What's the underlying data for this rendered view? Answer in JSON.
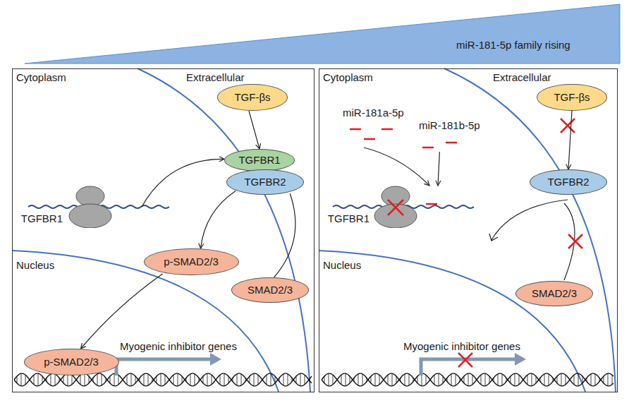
{
  "diagram": {
    "nodes": [
      {
        "text": [
          "miR-181-5p family rising"
        ]
      },
      {
        "text": [
          "Cytoplasm",
          "Extracellular",
          "Nucleus"
        ]
      },
      {
        "text": [
          "TGF-βs"
        ],
        "in": 1
      },
      {
        "text": [
          "TGFBR1"
        ],
        "in": 1
      },
      {
        "text": [
          "TGFBR2"
        ],
        "in": 1
      },
      {
        "text": [
          "TGFBR1"
        ],
        "in": 1
      },
      {
        "text": [
          "p-SMAD2/3"
        ],
        "in": 1
      },
      {
        "text": [
          "SMAD2/3"
        ],
        "in": 1
      },
      {
        "text": [
          "p-SMAD2/3"
        ],
        "in": 1
      },
      {
        "text": [
          "Cytoplasm",
          "Extracellular",
          "Nucleus"
        ]
      },
      {
        "text": [
          "TGF-βs"
        ],
        "in": 9
      },
      {
        "text": [
          "miR-181a-5p"
        ],
        "in": 9
      },
      {
        "text": [
          "miR-181b-5p"
        ],
        "in": 9
      },
      {
        "text": [
          "TGFBR1"
        ],
        "in": 9
      },
      {
        "text": [
          "TGFBR2"
        ],
        "in": 9
      },
      {
        "text": [
          "SMAD2/3"
        ],
        "in": 9
      }
    ],
    "edges": [
      {
        "from": 2,
        "to": 3,
        "arrow": "to"
      },
      {
        "from": 5,
        "to": 3,
        "arrow": "to"
      },
      {
        "from": 4,
        "to": 6,
        "arrow": "to"
      },
      {
        "from": 4,
        "to": 7,
        "arrow": "none"
      },
      {
        "from": 6,
        "to": 8,
        "arrow": "to"
      },
      {
        "from": 10,
        "to": 14,
        "arrow": "to"
      },
      {
        "from": 11,
        "to": 13,
        "arrow": "to"
      },
      {
        "from": 12,
        "to": 13,
        "arrow": "to"
      }
    ],
    "labels": [
      "Myogenic inhibitor genes",
      "Myogenic inhibitor genes"
    ]
  }
}
